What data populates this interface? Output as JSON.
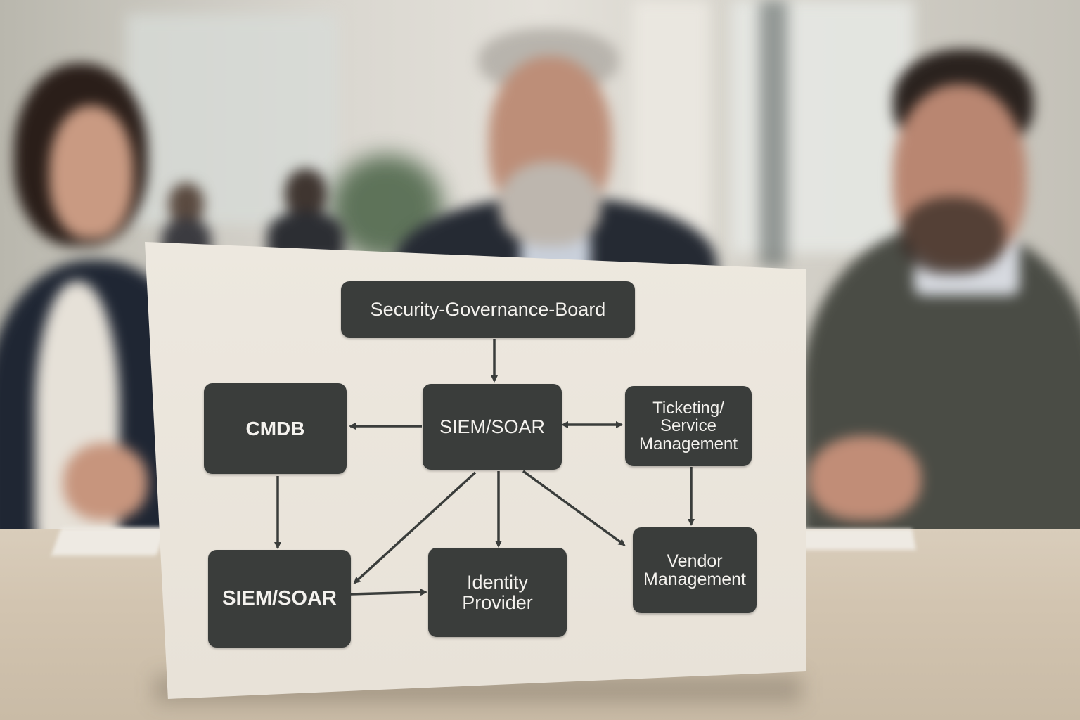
{
  "diagram": {
    "nodes": {
      "board": "Security-Governance-Board",
      "siem_top": "SIEM/SOAR",
      "cmdb": "CMDB",
      "ticketing": "Ticketing/\nService\nManagement",
      "siem_bottom": "SIEM/SOAR",
      "identity": "Identity\nProvider",
      "vendor": "Vendor\nManagement"
    },
    "edges": [
      {
        "from": "board",
        "to": "siem_top",
        "direction": "forward"
      },
      {
        "from": "siem_top",
        "to": "cmdb",
        "direction": "forward"
      },
      {
        "from": "siem_top",
        "to": "ticketing",
        "direction": "both"
      },
      {
        "from": "cmdb",
        "to": "siem_bottom",
        "direction": "forward"
      },
      {
        "from": "siem_top",
        "to": "siem_bottom",
        "direction": "forward"
      },
      {
        "from": "siem_top",
        "to": "identity",
        "direction": "forward"
      },
      {
        "from": "siem_top",
        "to": "vendor",
        "direction": "forward"
      },
      {
        "from": "ticketing",
        "to": "vendor",
        "direction": "forward"
      },
      {
        "from": "siem_bottom",
        "to": "identity",
        "direction": "forward"
      }
    ]
  },
  "colors": {
    "node_fill": "#3a3d3b",
    "node_text": "#f4f2ee",
    "arrow": "#3a3d3b",
    "placard": "#ede8df"
  }
}
